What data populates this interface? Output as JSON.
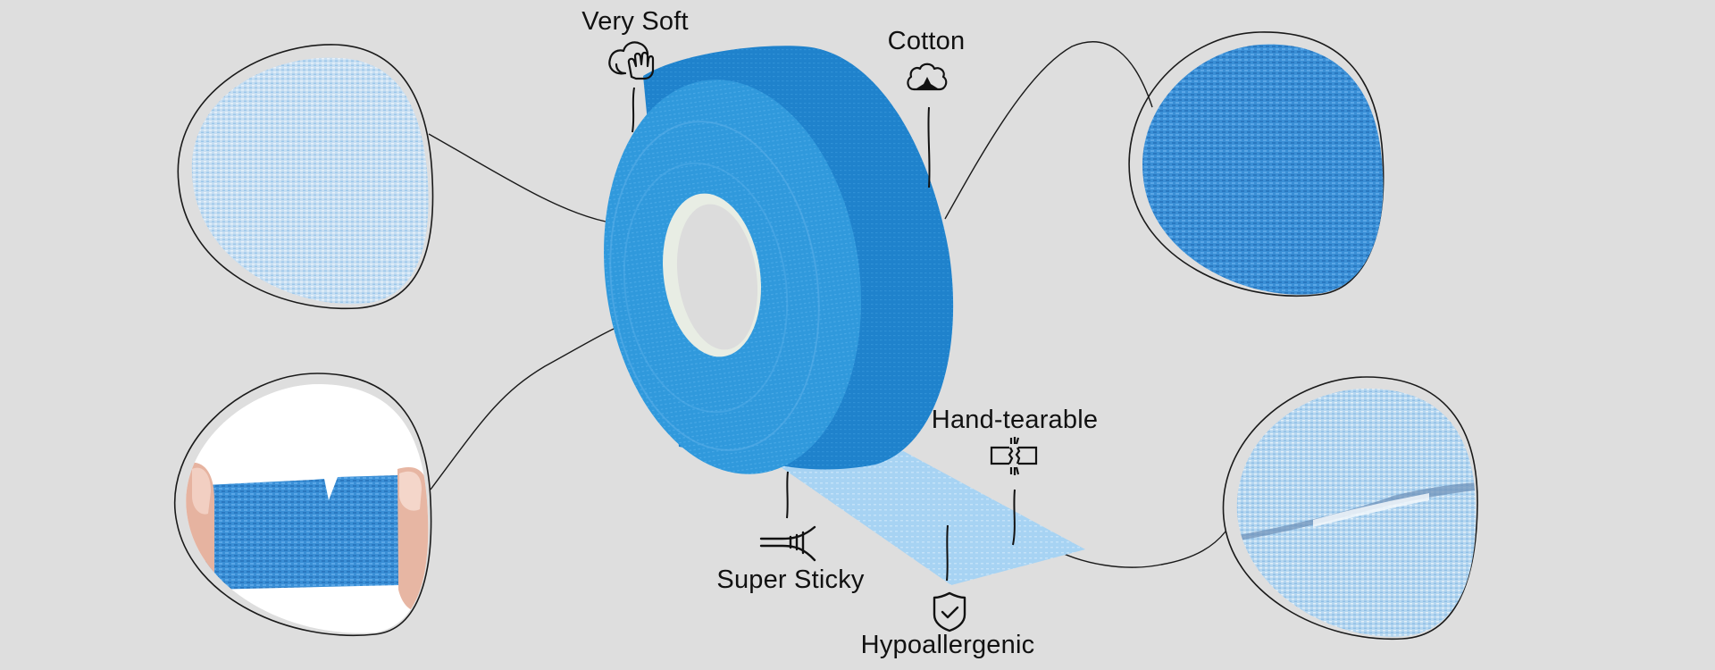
{
  "colors": {
    "background": "#dedede",
    "tape_blue": "#2f97dd",
    "tape_blue_dark": "#1f7fc6",
    "tape_light": "#a9d4f2",
    "core": "#e9ebe6",
    "line": "#1a1a1a"
  },
  "features": [
    {
      "id": "very-soft",
      "label": "Very Soft",
      "icon": "cloud-hand-icon"
    },
    {
      "id": "cotton",
      "label": "Cotton",
      "icon": "cotton-boll-icon"
    },
    {
      "id": "hand-tearable",
      "label": "Hand-tearable",
      "icon": "tear-icon"
    },
    {
      "id": "super-sticky",
      "label": "Super Sticky",
      "icon": "adhesive-icon"
    },
    {
      "id": "hypoallergenic",
      "label": "Hypoallergenic",
      "icon": "shield-check-icon"
    }
  ],
  "detail_callouts": [
    {
      "id": "soft-texture",
      "content": "light blue fabric close-up"
    },
    {
      "id": "cotton-weave",
      "content": "blue woven fabric close-up"
    },
    {
      "id": "hand-tear-demo",
      "content": "fingers tearing blue tape"
    },
    {
      "id": "adhesive-layer",
      "content": "light blue layered fabric close-up"
    }
  ]
}
